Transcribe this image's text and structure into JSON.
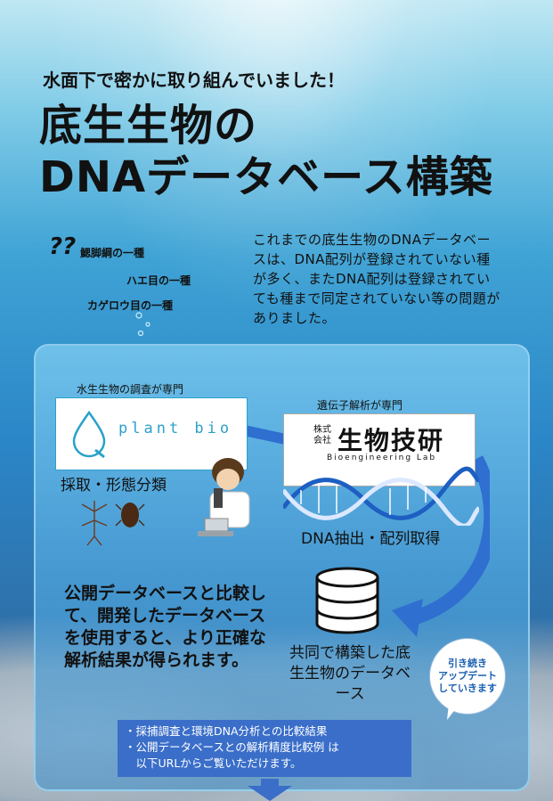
{
  "header": {
    "subtitle": "水面下で密かに取り組んでいました！",
    "title_line1": "底生生物の",
    "title_line2": "DNAデータベース構築"
  },
  "specimens": {
    "question_mark": "??",
    "items": [
      "鰓脚綱の一種",
      "ハエ目の一種",
      "カゲロウ目の一種"
    ]
  },
  "intro_text": "これまでの底生生物のDNAデータベースは、DNA配列が登録されていない種が多く、またDNA配列は登録されていても種まで同定されていない等の問題がありました。",
  "diagram": {
    "plant_bio_label": "水生生物の調査が専門",
    "plant_bio_logo": "plant bio",
    "bioeng_label": "遺伝子解析が専門",
    "bioeng_kabushiki": "株式会社",
    "bioeng_name": "生物技研",
    "bioeng_sub": "Bioengineering Lab",
    "sampling_caption": "採取・形態分類",
    "dna_caption": "DNA抽出・配列取得",
    "highlight": "公開データベースと比較して、開発したデータベースを使用すると、より正確な解析結果が得られます。",
    "db_caption": "共同で構築した底生生物のデータベース",
    "bubble": "引き続き\nアップデート\nしていきます"
  },
  "info_box": {
    "lines": [
      "・採捕調査と環境DNA分析との比較結果",
      "・公開データベースとの解析精度比較例 は",
      "　以下URLからご覧いただけます。"
    ]
  },
  "colors": {
    "accent": "#2aa1c9",
    "info_box": "#3a6ec9",
    "arrow": "#2f6fd0"
  }
}
